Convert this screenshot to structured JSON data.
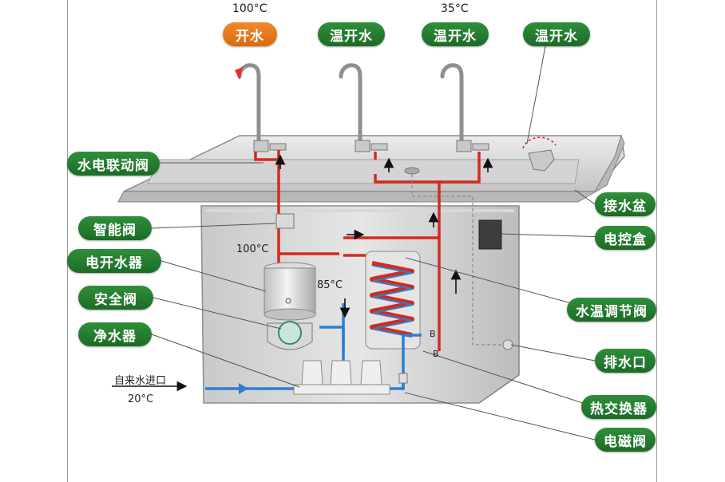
{
  "top_temps": {
    "hot": "100°C",
    "warm": "35°C"
  },
  "top_labels": [
    {
      "text": "开水",
      "color": "#e07a1d"
    },
    {
      "text": "温开水",
      "color": "#23782d"
    },
    {
      "text": "温开水",
      "color": "#23782d"
    },
    {
      "text": "温开水",
      "color": "#23782d"
    }
  ],
  "left_labels": [
    "水电联动阀",
    "智能阀",
    "电开水器",
    "安全阀",
    "净水器"
  ],
  "right_labels": [
    "接水盆",
    "电控盒",
    "水温调节阀",
    "排水口",
    "热交换器",
    "电磁阀"
  ],
  "inline_text": {
    "boiler_temp": "100°C",
    "mid_temp": "85°C",
    "inlet": "自来水进口",
    "inlet_temp": "20°C",
    "hx_b1": "B",
    "hx_b2": "B"
  },
  "colors": {
    "hot_pipe": "#d42a1f",
    "cold_pipe": "#2a7fd4",
    "label_green": "#23782d",
    "label_orange": "#e07a1d"
  }
}
